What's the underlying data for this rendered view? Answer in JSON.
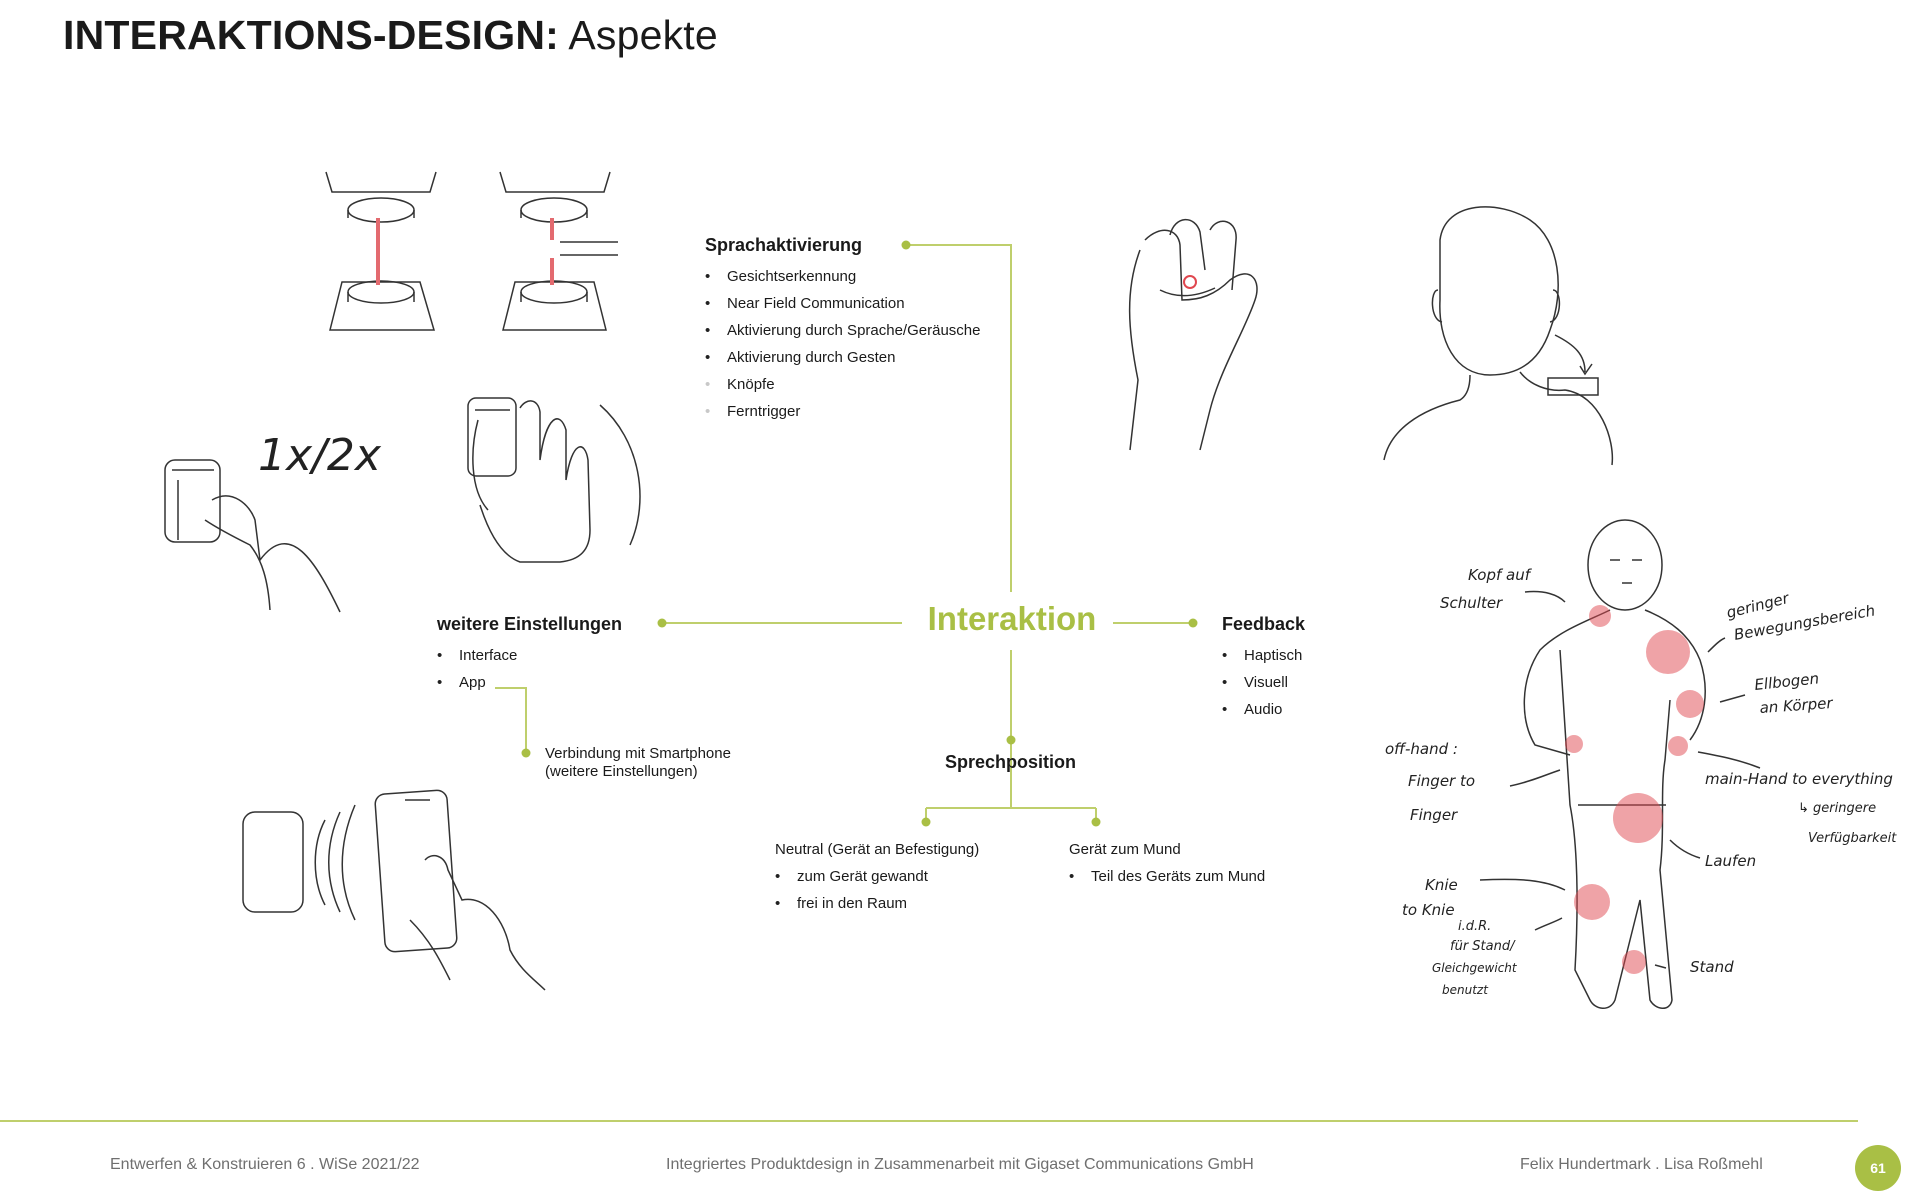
{
  "title": {
    "bold": "INTERAKTIONS-DESIGN:",
    "regular": "Aspekte"
  },
  "diagram": {
    "center": "Interaktion",
    "sprachaktivierung": {
      "heading": "Sprachaktivierung",
      "items": [
        "Gesichtserkennung",
        "Near Field Communication",
        "Aktivierung durch Sprache/Geräusche",
        "Aktivierung durch Gesten",
        "Knöpfe",
        "Ferntrigger"
      ]
    },
    "einstellungen": {
      "heading": "weitere Einstellungen",
      "items": [
        "Interface",
        "App"
      ],
      "note": [
        "Verbindung mit Smartphone",
        "(weitere Einstellungen)"
      ]
    },
    "feedback": {
      "heading": "Feedback",
      "items": [
        "Haptisch",
        "Visuell",
        "Audio"
      ]
    },
    "sprechposition": {
      "heading": "Sprechposition",
      "left": {
        "caption": "Neutral (Gerät an Befestigung)",
        "items": [
          "zum Gerät gewandt",
          "frei in den Raum"
        ]
      },
      "right": {
        "caption": "Gerät zum Mund",
        "items": [
          "Teil des Geräts zum Mund"
        ]
      }
    }
  },
  "sketch_notes": {
    "press_count": "1x/2x",
    "kopf": [
      "Kopf auf",
      "Schulter"
    ],
    "geringer": [
      "geringer",
      "Bewegungsbereich"
    ],
    "ellbogen": [
      "Ellbogen",
      "an Körper"
    ],
    "offhand": [
      "off-hand :",
      "Finger to",
      "Finger"
    ],
    "mainhand": [
      "main-Hand  to everything",
      "↳ geringere",
      "Verfügbarkeit"
    ],
    "laufen": "Laufen",
    "knie": [
      "Knie",
      "to Knie"
    ],
    "stand_note": [
      "i.d.R.",
      "für Stand/",
      "Gleichgewicht",
      "benutzt"
    ],
    "stand": "Stand"
  },
  "footer": {
    "left": "Entwerfen & Konstruieren 6 . WiSe 2021/22",
    "center": "Integriertes Produktdesign in Zusammenarbeit mit Gigaset Communications GmbH",
    "right": "Felix Hundertmark . Lisa Roßmehl",
    "page": "61"
  },
  "colors": {
    "accent": "#a9bf45",
    "highlight": "#e0474f",
    "footer_text": "#6f6f6f"
  }
}
